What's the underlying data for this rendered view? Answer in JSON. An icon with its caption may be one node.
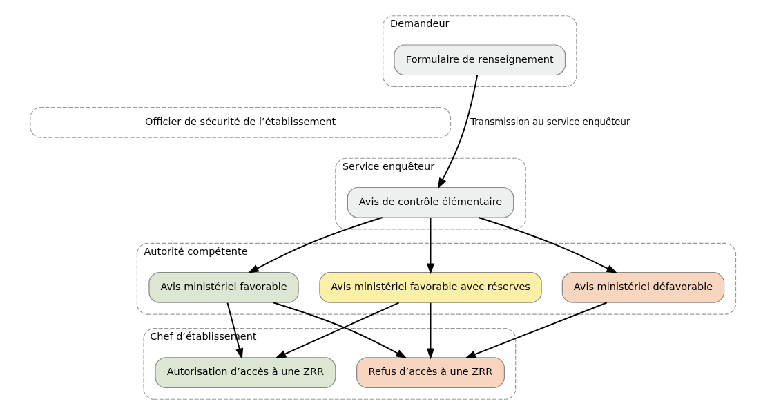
{
  "diagram": {
    "nodes": [
      {
        "text": [
          "Demandeur"
        ]
      },
      {
        "text": [
          "Formulaire de renseignement"
        ],
        "in": 0
      },
      {
        "text": [
          "Officier de sécurité de l’établissement"
        ]
      },
      {
        "text": [
          "Service enquêteur"
        ]
      },
      {
        "text": [
          "Avis de contrôle élémentaire"
        ],
        "in": 3
      },
      {
        "text": [
          "Autorité compétente"
        ]
      },
      {
        "text": [
          "Avis ministériel favorable"
        ],
        "in": 5
      },
      {
        "text": [
          "Avis ministériel favorable avec réserves"
        ],
        "in": 5
      },
      {
        "text": [
          "Avis ministériel défavorable"
        ],
        "in": 5
      },
      {
        "text": [
          "Chef d’établissement"
        ]
      },
      {
        "text": [
          "Autorisation d’accès à une ZRR"
        ],
        "in": 9
      },
      {
        "text": [
          "Refus d’accès à une ZRR"
        ],
        "in": 9
      }
    ],
    "edges": [
      {
        "from": 1,
        "to": 4,
        "arrow": "to",
        "label": "Transmission au service enquêteur"
      },
      {
        "from": 4,
        "to": 6,
        "arrow": "to"
      },
      {
        "from": 4,
        "to": 7,
        "arrow": "to"
      },
      {
        "from": 4,
        "to": 8,
        "arrow": "to"
      },
      {
        "from": 6,
        "to": 10,
        "arrow": "to"
      },
      {
        "from": 6,
        "to": 11,
        "arrow": "to"
      },
      {
        "from": 7,
        "to": 10,
        "arrow": "to"
      },
      {
        "from": 7,
        "to": 11,
        "arrow": "to"
      },
      {
        "from": 8,
        "to": 11,
        "arrow": "to"
      }
    ]
  }
}
